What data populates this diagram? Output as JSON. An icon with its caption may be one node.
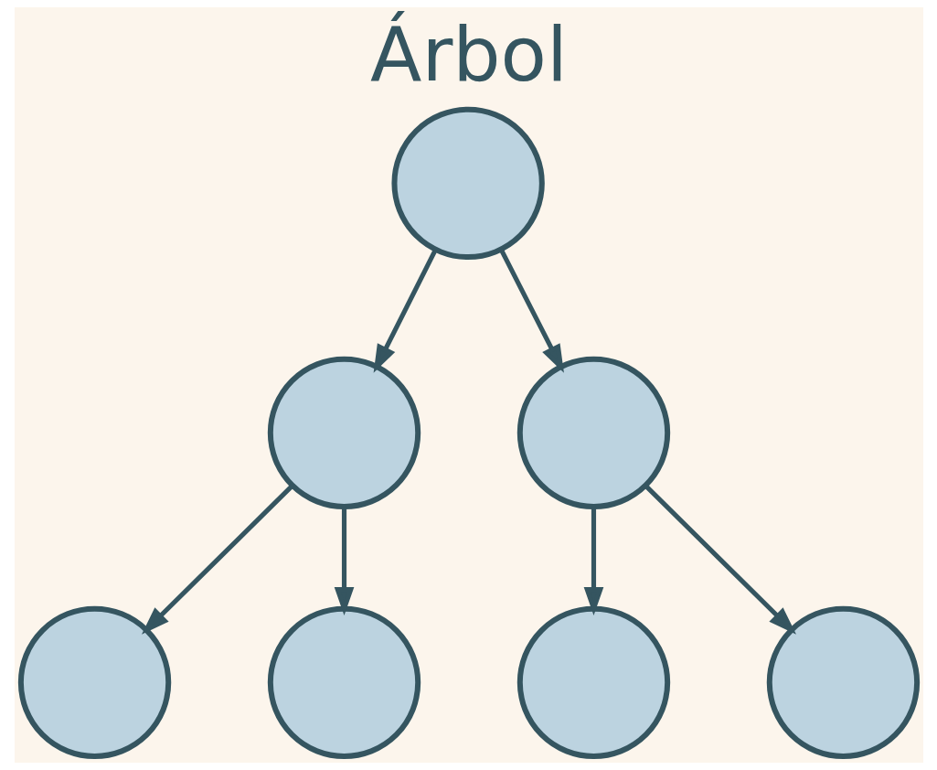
{
  "diagram": {
    "title": "Árbol",
    "nodes": [
      {
        "text": [],
        "shape": "circle"
      },
      {
        "text": [],
        "shape": "circle"
      },
      {
        "text": [],
        "shape": "circle"
      },
      {
        "text": [],
        "shape": "circle"
      },
      {
        "text": [],
        "shape": "circle"
      },
      {
        "text": [],
        "shape": "circle"
      },
      {
        "text": [],
        "shape": "circle"
      }
    ],
    "edges": [
      {
        "from": 0,
        "to": 1,
        "arrow": "to"
      },
      {
        "from": 0,
        "to": 2,
        "arrow": "to"
      },
      {
        "from": 1,
        "to": 3,
        "arrow": "to"
      },
      {
        "from": 1,
        "to": 4,
        "arrow": "to"
      },
      {
        "from": 2,
        "to": 5,
        "arrow": "to"
      },
      {
        "from": 2,
        "to": 6,
        "arrow": "to"
      }
    ]
  }
}
